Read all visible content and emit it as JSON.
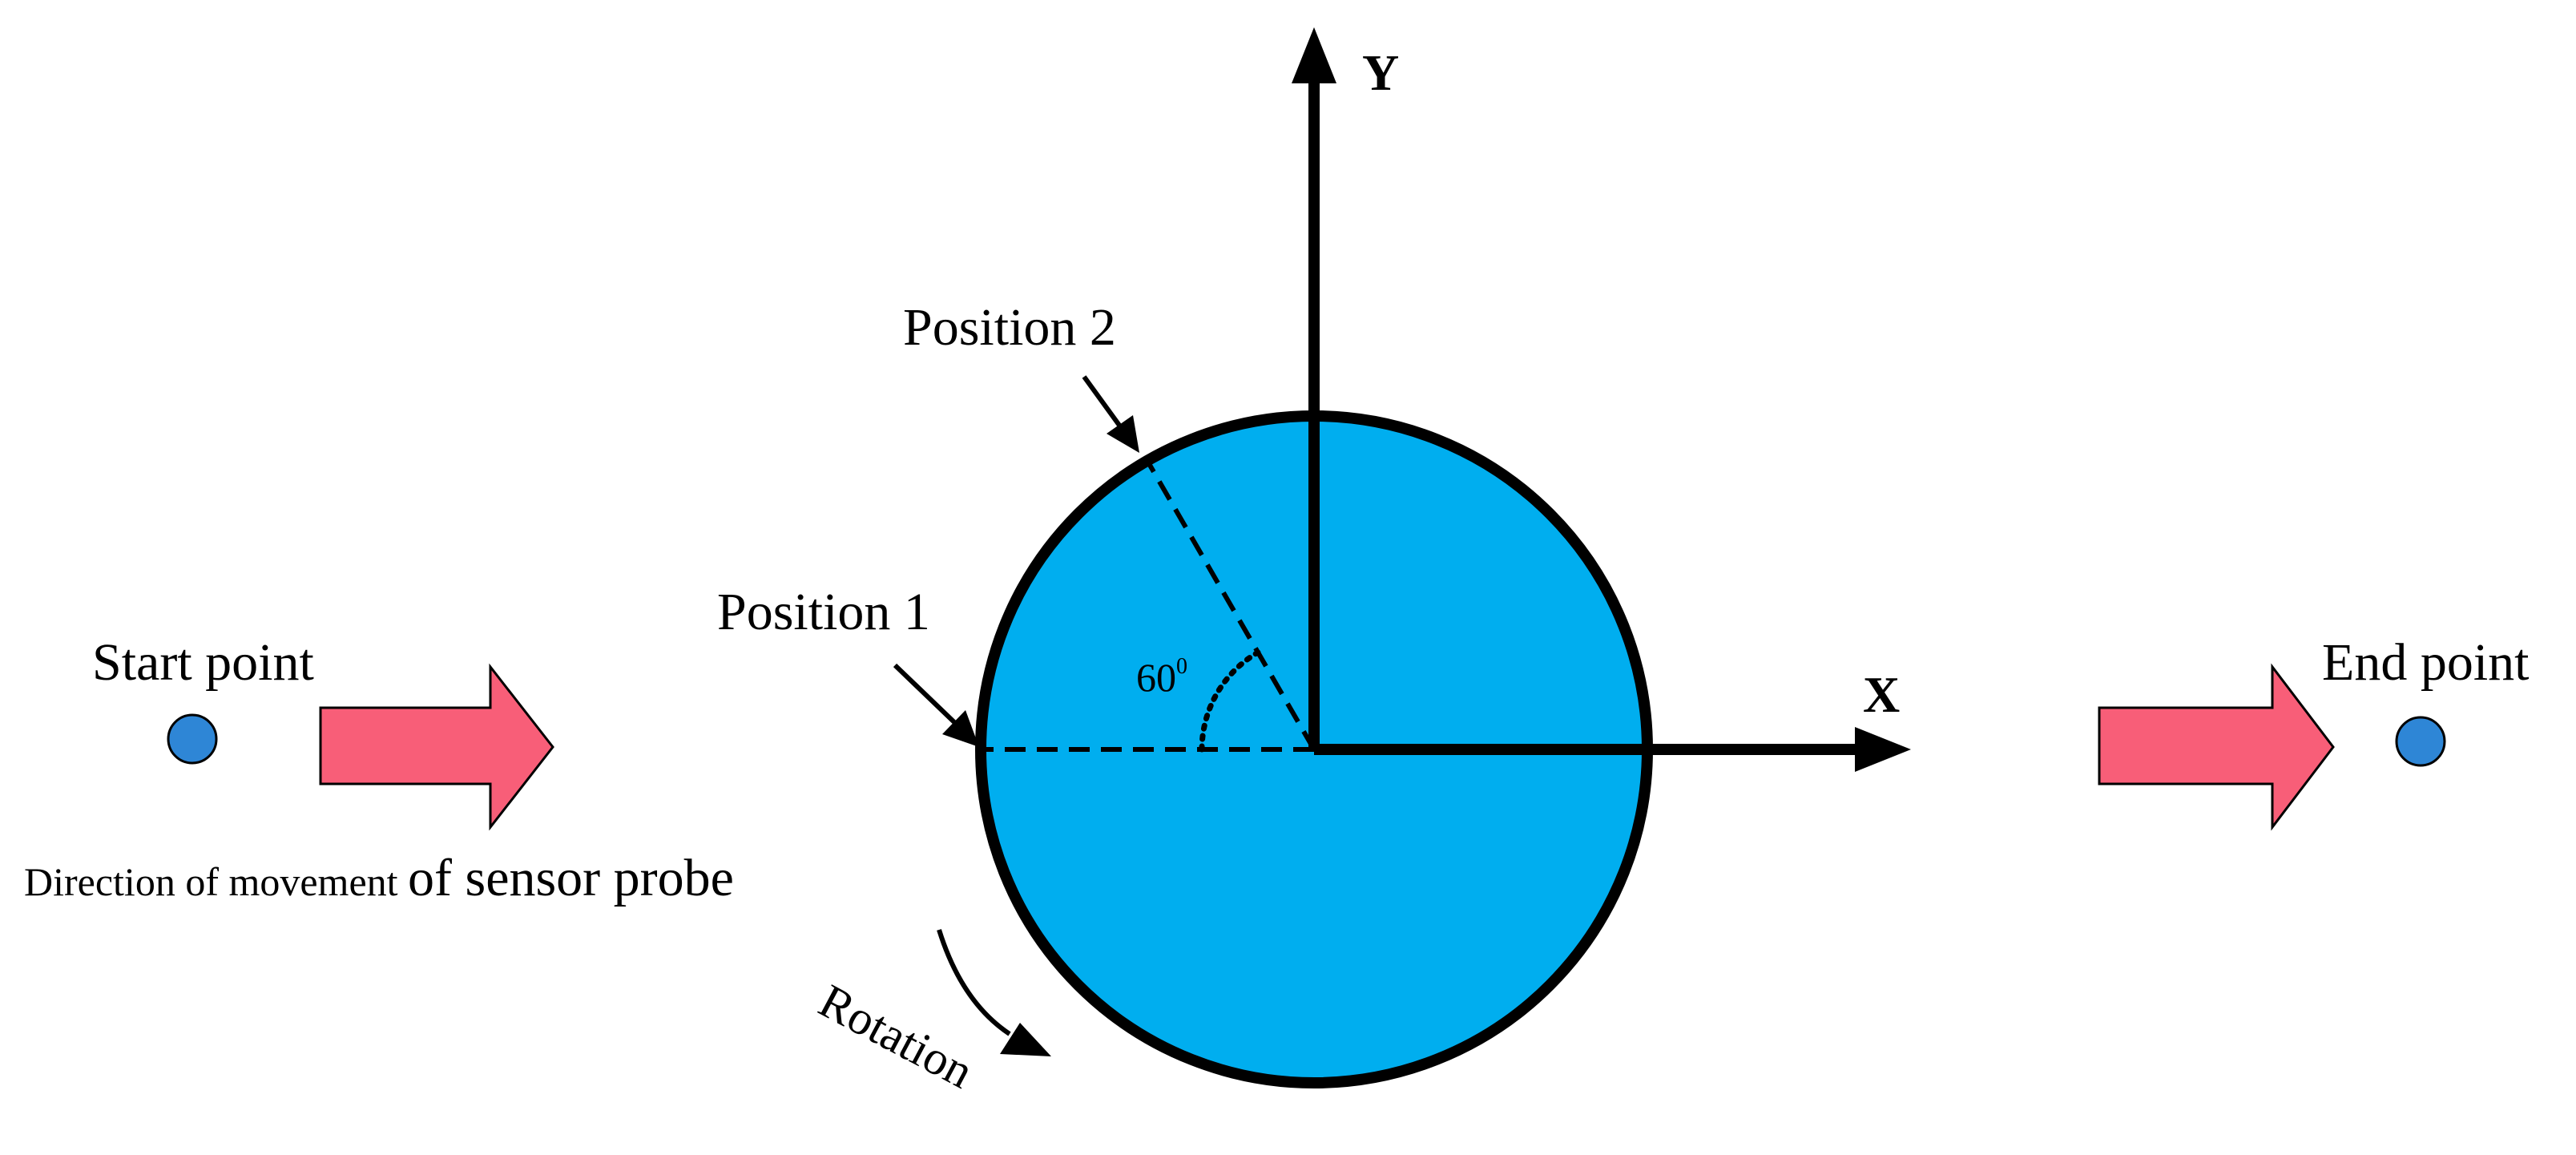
{
  "colors": {
    "disc_fill": "#00aeef",
    "outline": "#000000",
    "point_fill": "#2e86d6",
    "arrow_fill": "#f85e78"
  },
  "labels": {
    "start_point": "Start point",
    "end_point": "End point",
    "position_1": "Position 1",
    "position_2": "Position 2",
    "axis_x": "X",
    "axis_y": "Y",
    "angle": "60",
    "angle_unit": "0",
    "rotation": "Rotation",
    "direction_small": "Direction of movement ",
    "direction_large": "of sensor probe"
  },
  "icons": {
    "start_marker": "circle-dot",
    "end_marker": "circle-dot",
    "movement_left": "block-arrow-right",
    "movement_right": "block-arrow-right",
    "rotation_arrow": "curved-arrow"
  }
}
